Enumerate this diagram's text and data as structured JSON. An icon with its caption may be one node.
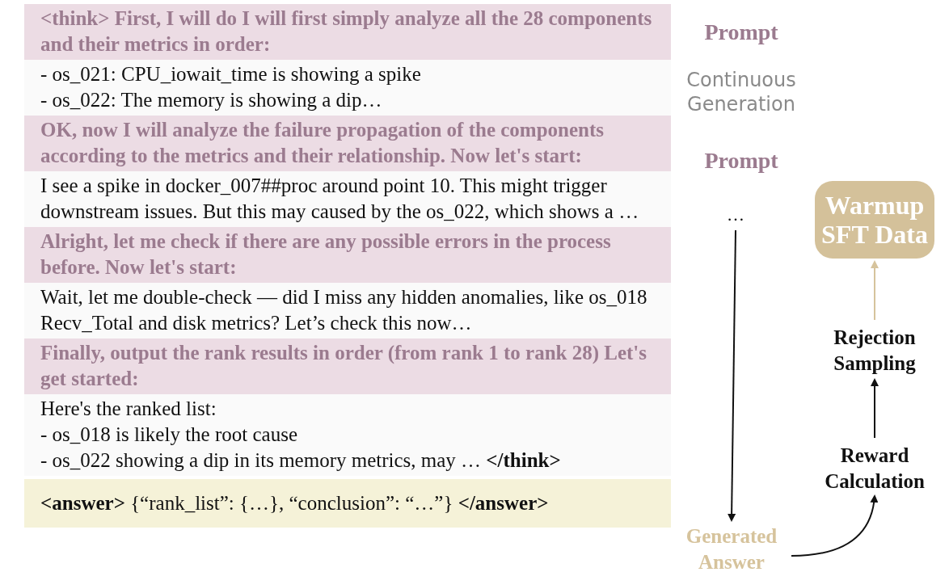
{
  "diagram": {
    "nodes": [
      {
        "text": [
          "<think> First, I will do I will first simply analyze all the 28 components and their metrics in order:"
        ]
      },
      {
        "text": [
          "- os_021: CPU_iowait_time is showing a spike",
          "- os_022: The memory is showing a dip…"
        ]
      },
      {
        "text": [
          "OK, now I will analyze the failure propagation of the components according to the metrics and their relationship. Now let's start:"
        ]
      },
      {
        "text": [
          "I see a spike in docker_007##proc around point 10. This might trigger downstream issues. But this may caused by the os_022, which shows a …"
        ]
      },
      {
        "text": [
          "Alright, let me check if there are any possible errors in the process before. Now let's start:"
        ]
      },
      {
        "text": [
          "Wait, let me double-check — did I miss any hidden anomalies, like os_018 Recv_Total and disk metrics? Let’s check this now…"
        ]
      },
      {
        "text": [
          "Finally, output the rank results in order (from rank 1 to rank 28) Let's get started:"
        ]
      },
      {
        "text": [
          "Here's the ranked list:",
          "- os_018 is likely the root cause",
          "- os_022 showing a dip in its memory metrics, may  … **</think>**"
        ]
      },
      {
        "text": [
          "**<answer>** {“rank_list”: {…}, “conclusion”: “…”} **</answer>**"
        ]
      },
      {
        "text": [
          "Prompt"
        ]
      },
      {
        "text": [
          "Continuous Generation"
        ]
      },
      {
        "text": [
          "Prompt"
        ]
      },
      {
        "text": [
          "…"
        ]
      },
      {
        "text": [
          "Generated Answer"
        ]
      },
      {
        "text": [
          "Warmup SFT Data"
        ]
      },
      {
        "text": [
          "Rejection Sampling"
        ]
      },
      {
        "text": [
          "Reward Calculation"
        ]
      }
    ],
    "edges": [
      {
        "from": 12,
        "to": 13,
        "arrow": "to"
      },
      {
        "from": 13,
        "to": 16,
        "arrow": "to"
      },
      {
        "from": 16,
        "to": 15,
        "arrow": "to"
      },
      {
        "from": 15,
        "to": 14,
        "arrow": "to",
        "color": "#d6c39c"
      }
    ]
  }
}
